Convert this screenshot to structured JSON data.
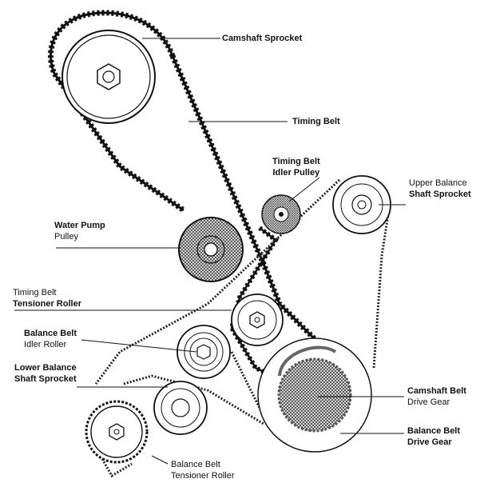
{
  "labels": {
    "camshaft_sprocket": "Camshaft Sprocket",
    "timing_belt": "Timing Belt",
    "timing_belt_idler_pulley": [
      "Timing Belt",
      "Idler Pulley"
    ],
    "upper_balance_shaft_sprocket": [
      "Upper Balance",
      "Shaft Sprocket"
    ],
    "water_pump_pulley": [
      "Water Pump",
      "Pulley"
    ],
    "timing_belt_tensioner_roller": [
      "Timing Belt",
      "Tensioner Roller"
    ],
    "balance_belt_idler_roller": [
      "Balance Belt",
      "Idler Roller"
    ],
    "lower_balance_shaft_sprocket": [
      "Lower Balance",
      "Shaft Sprocket"
    ],
    "camshaft_belt_drive_gear": [
      "Camshaft Belt",
      "Drive Gear"
    ],
    "balance_belt_drive_gear": [
      "Balance Belt",
      "Drive Gear"
    ],
    "balance_belt_tensioner_roller": [
      "Balance Belt",
      "Tensioner Roller"
    ]
  }
}
